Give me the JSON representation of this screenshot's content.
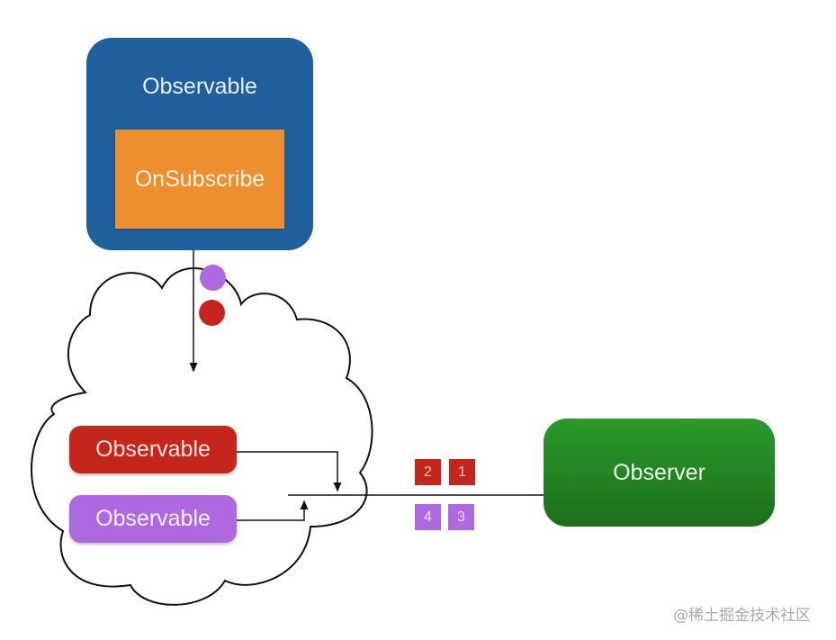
{
  "diagram": {
    "source": {
      "outer_label": "Observable",
      "inner_label": "OnSubscribe",
      "outer_color": "#1f5f9c",
      "inner_color": "#ee8f2f"
    },
    "emitted_dots": [
      {
        "color": "#ae69e0",
        "name": "purple"
      },
      {
        "color": "#c4261c",
        "name": "red"
      }
    ],
    "merge_cloud": {
      "inner_observables": [
        {
          "label": "Observable",
          "color": "#c4261c"
        },
        {
          "label": "Observable",
          "color": "#ae69e0"
        }
      ]
    },
    "items": {
      "red": [
        "2",
        "1"
      ],
      "purple": [
        "4",
        "3"
      ]
    },
    "target": {
      "label": "Observer",
      "color": "#248524"
    }
  },
  "watermark": "@稀土掘金技术社区"
}
